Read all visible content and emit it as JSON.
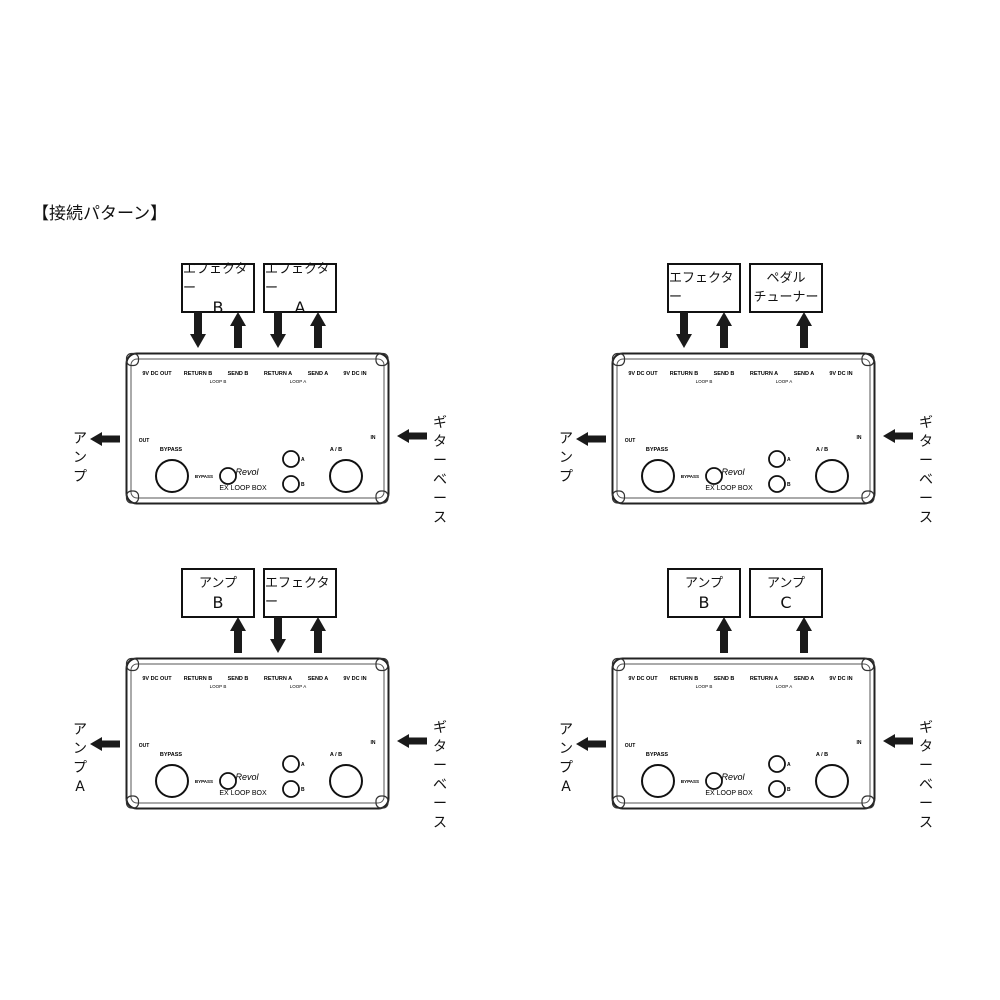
{
  "title": "【接続パターン】",
  "device": {
    "dc_out": "9V DC OUT",
    "return_b": "RETURN B",
    "send_b": "SEND B",
    "return_a": "RETURN A",
    "send_a": "SEND A",
    "dc_in": "9V DC IN",
    "loop_b": "LOOP B",
    "loop_a": "LOOP A",
    "out": "OUT",
    "in": "IN",
    "bypass": "BYPASS",
    "bypass_small": "BYPASS",
    "ab": "A / B",
    "a": "A",
    "b": "B",
    "logo": "Revol",
    "model": "EX LOOP BOX"
  },
  "panels": [
    {
      "boxes": [
        {
          "line1": "エフェクター",
          "line2": "B"
        },
        {
          "line1": "エフェクター",
          "line2": "A"
        }
      ],
      "arrows": [
        {
          "port": "return_b",
          "dir": "down"
        },
        {
          "port": "send_b",
          "dir": "up"
        },
        {
          "port": "return_a",
          "dir": "down"
        },
        {
          "port": "send_a",
          "dir": "up"
        }
      ],
      "left_label": [
        "アンプ"
      ],
      "right_label": [
        "ギター",
        "ベース"
      ]
    },
    {
      "boxes": [
        {
          "line1": "エフェクター",
          "line2": ""
        },
        {
          "line1": "ペダル",
          "line2": "チューナー"
        }
      ],
      "arrows": [
        {
          "port": "return_b",
          "dir": "down"
        },
        {
          "port": "send_b",
          "dir": "up"
        },
        {
          "port": "send_a",
          "dir": "up"
        }
      ],
      "left_label": [
        "アンプ"
      ],
      "right_label": [
        "ギター",
        "ベース"
      ]
    },
    {
      "boxes": [
        {
          "line1": "アンプ",
          "line2": "B"
        },
        {
          "line1": "エフェクター",
          "line2": ""
        }
      ],
      "arrows": [
        {
          "port": "send_b",
          "dir": "up"
        },
        {
          "port": "return_a",
          "dir": "down"
        },
        {
          "port": "send_a",
          "dir": "up"
        }
      ],
      "left_label": [
        "アンプ",
        "A"
      ],
      "right_label": [
        "ギター",
        "ベース"
      ]
    },
    {
      "boxes": [
        {
          "line1": "アンプ",
          "line2": "B"
        },
        {
          "line1": "アンプ",
          "line2": "C"
        }
      ],
      "arrows": [
        {
          "port": "send_b",
          "dir": "up"
        },
        {
          "port": "send_a",
          "dir": "up"
        }
      ],
      "left_label": [
        "アンプ",
        "A"
      ],
      "right_label": [
        "ギター",
        "ベース"
      ]
    }
  ]
}
